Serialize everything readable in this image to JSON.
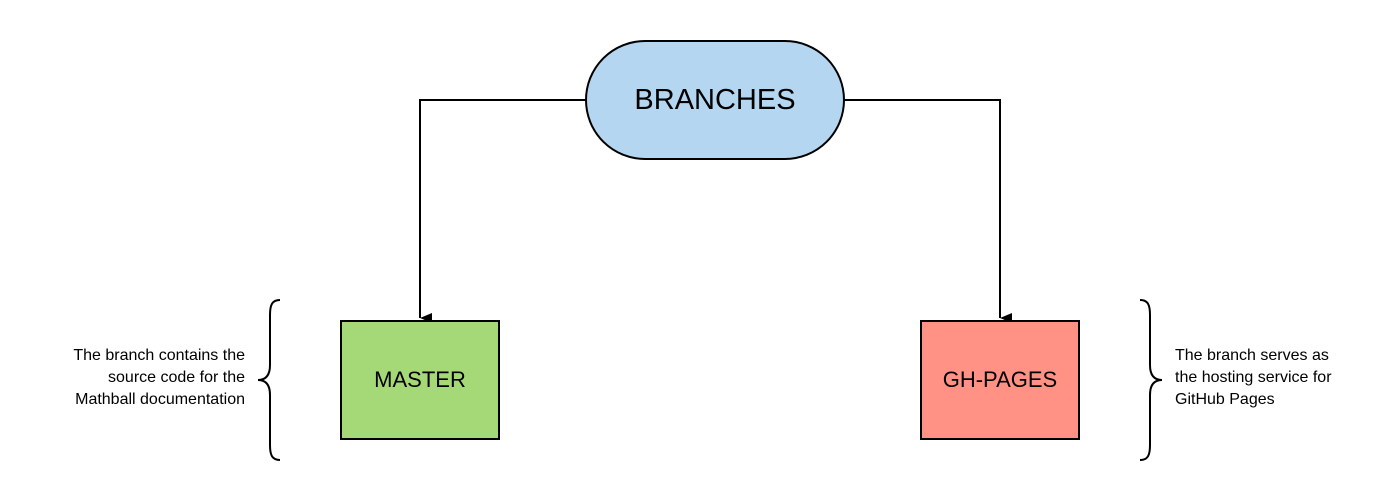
{
  "diagram": {
    "root": {
      "label": "BRANCHES",
      "fill": "#b5d6f0"
    },
    "branches": [
      {
        "id": "master",
        "label": "MASTER",
        "fill": "#a5d977",
        "note_lines": [
          "The branch contains the",
          "source code for the",
          "Mathball documentation"
        ]
      },
      {
        "id": "gh-pages",
        "label": "GH-PAGES",
        "fill": "#ff9185",
        "note_lines": [
          "The branch serves as",
          "the hosting service for",
          "GitHub Pages"
        ]
      }
    ],
    "connectors": [
      {
        "from": "root",
        "to": "master"
      },
      {
        "from": "root",
        "to": "gh-pages"
      }
    ]
  }
}
